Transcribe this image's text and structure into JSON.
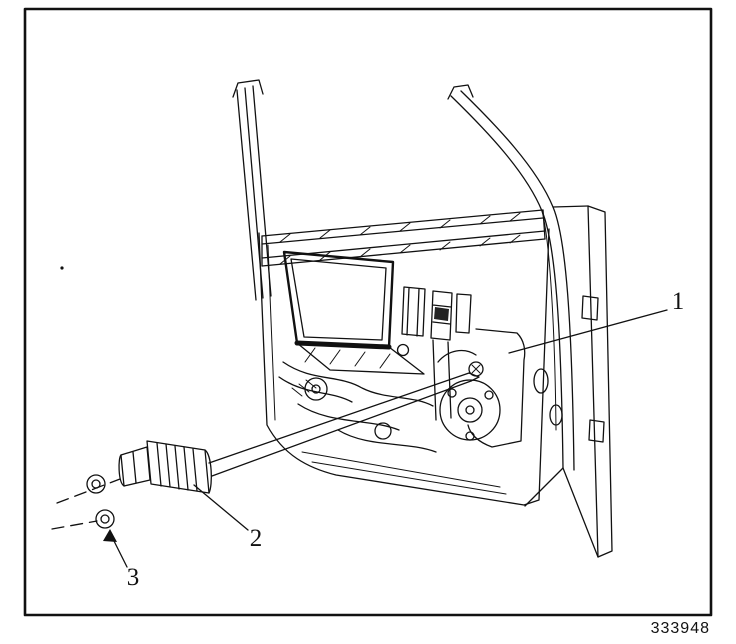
{
  "figure": {
    "number": "333948",
    "callouts": [
      {
        "label": "1"
      },
      {
        "label": "2"
      },
      {
        "label": "3"
      }
    ]
  }
}
